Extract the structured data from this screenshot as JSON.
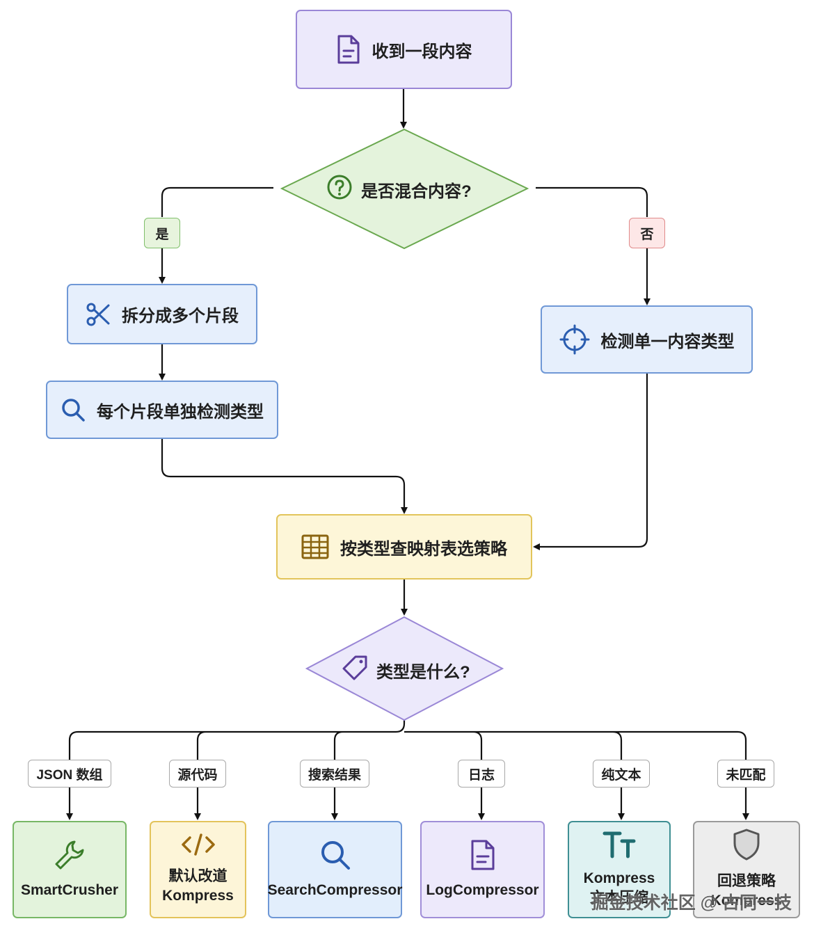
{
  "nodes": {
    "receive": "收到一段内容",
    "is_mixed": "是否混合内容?",
    "split": "拆分成多个片段",
    "detect_each": "每个片段单独检测类型",
    "detect_single": "检测单一内容类型",
    "lookup": "按类型查映射表选策略",
    "which_type": "类型是什么?"
  },
  "branch_labels": {
    "yes": "是",
    "no": "否"
  },
  "routes": [
    {
      "tag": "JSON 数组",
      "target": [
        "SmartCrusher"
      ],
      "icon": "wrench-icon",
      "color": "#3b7d2a"
    },
    {
      "tag": "源代码",
      "target": [
        "默认改道",
        "Kompress"
      ],
      "icon": "code-icon",
      "color": "#9b6a10"
    },
    {
      "tag": "搜索结果",
      "target": [
        "SearchCompressor"
      ],
      "icon": "search-icon",
      "color": "#2a5db0"
    },
    {
      "tag": "日志",
      "target": [
        "LogCompressor"
      ],
      "icon": "document-icon",
      "color": "#5a3d9a"
    },
    {
      "tag": "纯文本",
      "target": [
        "Kompress",
        "文本压缩"
      ],
      "icon": "text-size-icon",
      "color": "#1f6c70"
    },
    {
      "tag": "未匹配",
      "target": [
        "回退策略",
        "Kompress"
      ],
      "icon": "shield-icon",
      "color": "#555555"
    }
  ],
  "watermark": "掘金技术社区 @ 古同一技"
}
